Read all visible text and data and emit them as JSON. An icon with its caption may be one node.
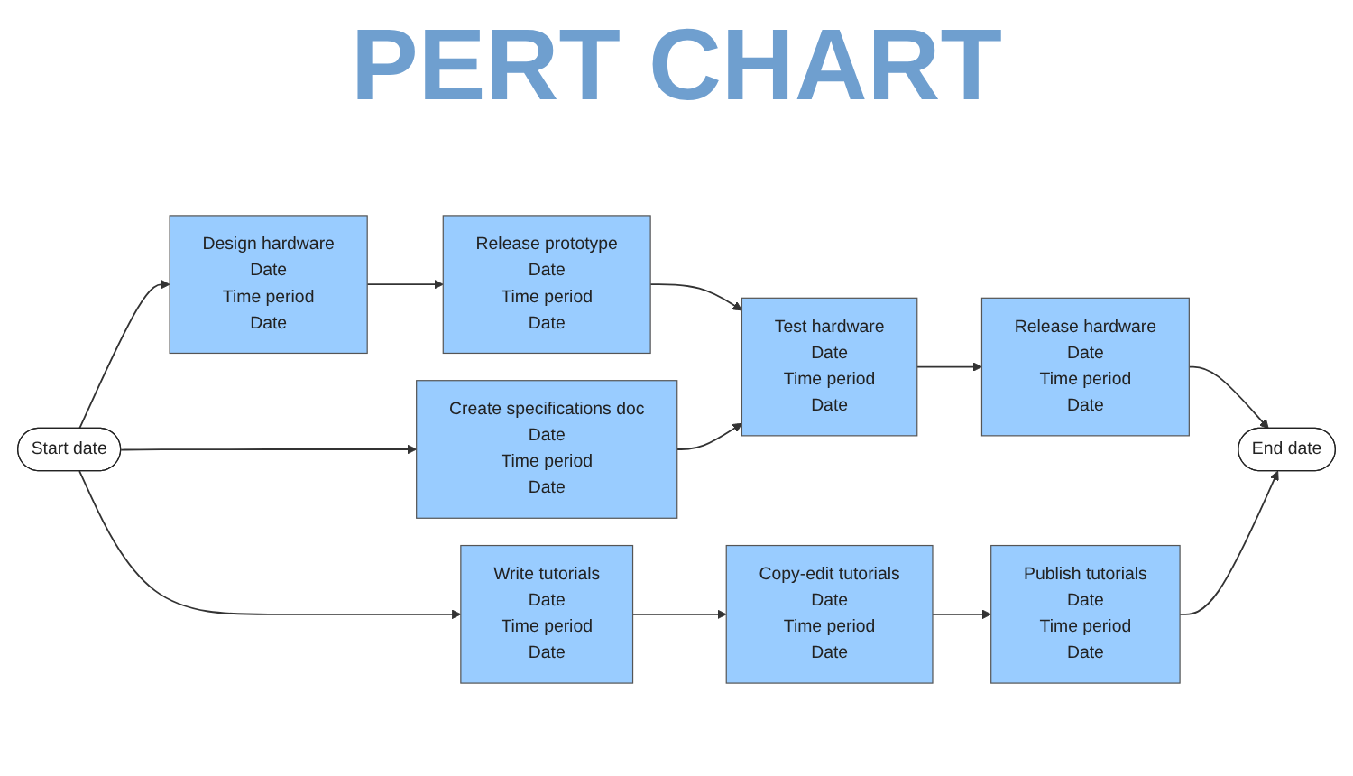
{
  "diagram": {
    "title": "PERT CHART",
    "nodes": [
      {
        "text": [
          "Start date"
        ]
      },
      {
        "text": [
          "Design hardware",
          "Date",
          "Time period",
          "Date"
        ]
      },
      {
        "text": [
          "Create specifications doc",
          "Date",
          "Time period",
          "Date"
        ]
      },
      {
        "text": [
          "Write tutorials",
          "Date",
          "Time period",
          "Date"
        ]
      },
      {
        "text": [
          "Release prototype",
          "Date",
          "Time period",
          "Date"
        ]
      },
      {
        "text": [
          "Test hardware",
          "Date",
          "Time period",
          "Date"
        ]
      },
      {
        "text": [
          "Copy-edit tutorials",
          "Date",
          "Time period",
          "Date"
        ]
      },
      {
        "text": [
          "Release hardware",
          "Date",
          "Time period",
          "Date"
        ]
      },
      {
        "text": [
          "Publish tutorials",
          "Date",
          "Time period",
          "Date"
        ]
      },
      {
        "text": [
          "End date"
        ]
      }
    ],
    "edges": [
      {
        "from": 0,
        "to": 1,
        "arrow": "to"
      },
      {
        "from": 0,
        "to": 2,
        "arrow": "to"
      },
      {
        "from": 0,
        "to": 3,
        "arrow": "to"
      },
      {
        "from": 1,
        "to": 4,
        "arrow": "to"
      },
      {
        "from": 4,
        "to": 5,
        "arrow": "to"
      },
      {
        "from": 2,
        "to": 5,
        "arrow": "to"
      },
      {
        "from": 5,
        "to": 7,
        "arrow": "to"
      },
      {
        "from": 7,
        "to": 9,
        "arrow": "to"
      },
      {
        "from": 3,
        "to": 6,
        "arrow": "to"
      },
      {
        "from": 6,
        "to": 8,
        "arrow": "to"
      },
      {
        "from": 8,
        "to": 9,
        "arrow": "to"
      }
    ]
  }
}
